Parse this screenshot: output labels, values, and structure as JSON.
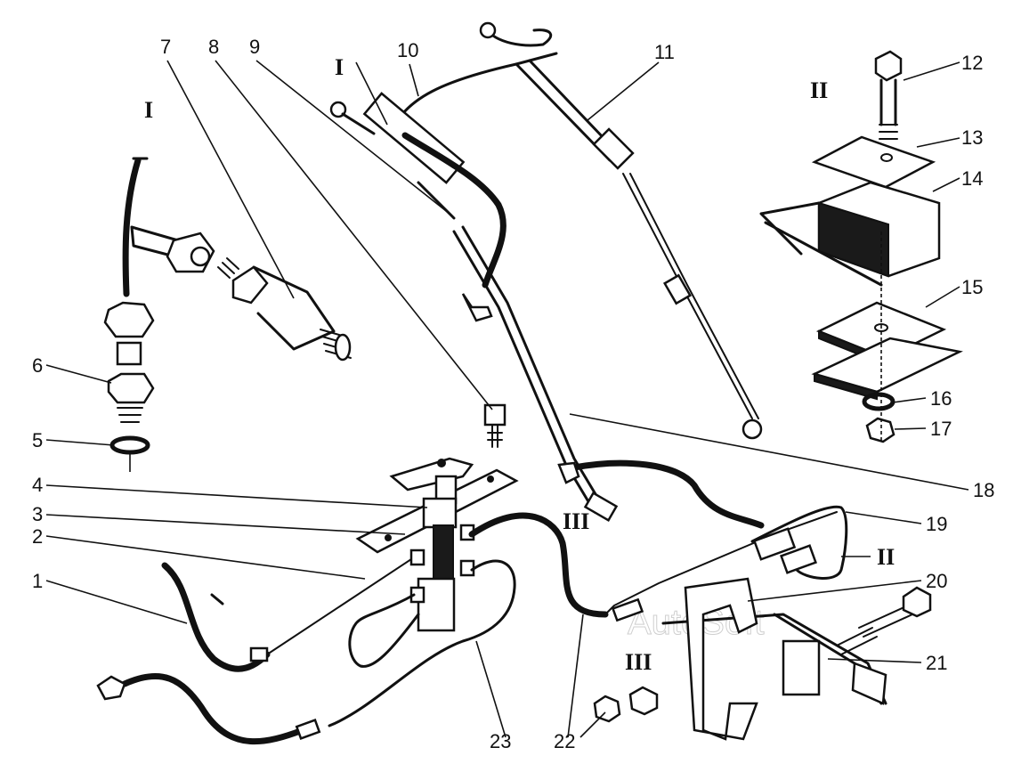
{
  "callouts": [
    "1",
    "2",
    "3",
    "4",
    "5",
    "6",
    "7",
    "8",
    "9",
    "10",
    "11",
    "12",
    "13",
    "14",
    "15",
    "16",
    "17",
    "18",
    "19",
    "20",
    "21",
    "22",
    "23"
  ],
  "view_labels": {
    "I_top_left": "I",
    "I_pipe": "I",
    "II_top_right": "II",
    "II_pipe": "II",
    "III_pipe": "III",
    "III_bottom": "III"
  },
  "watermark": "AutoSoft"
}
